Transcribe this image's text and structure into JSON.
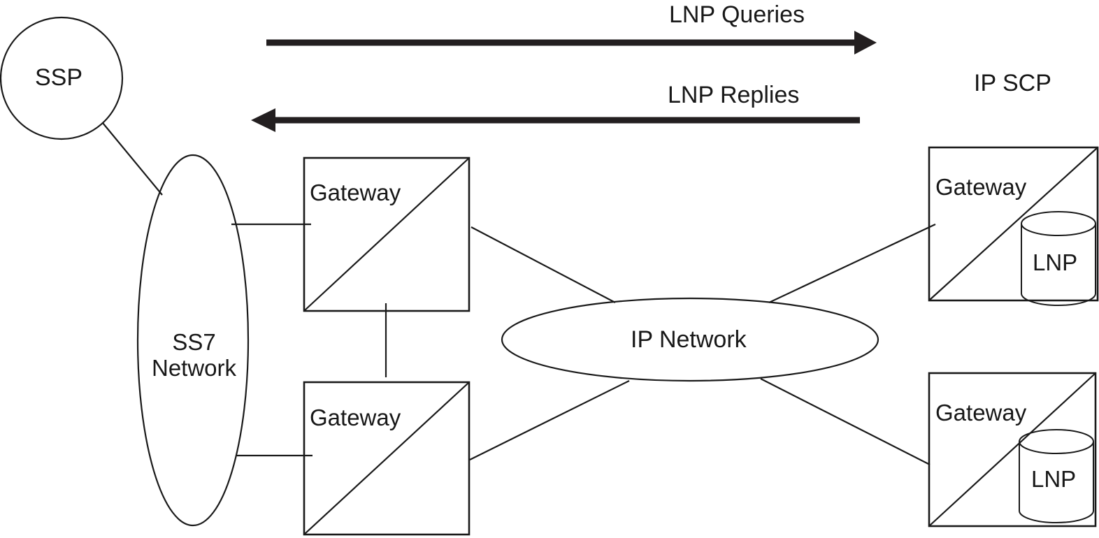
{
  "diagram": {
    "title": "LNP query flow between SS7 network and IP SCP",
    "stroke_color": "#1a1a1a",
    "arrow_color": "#231f20",
    "background_color": "#ffffff",
    "nodes": {
      "ssp": {
        "label": "SSP",
        "shape": "circle"
      },
      "ss7_network": {
        "label_line1": "SS7",
        "label_line2": "Network",
        "shape": "ellipse"
      },
      "ip_network": {
        "label": "IP Network",
        "shape": "ellipse"
      },
      "ip_scp": {
        "label": "IP SCP",
        "shape": "text-label"
      },
      "gateway_top_left": {
        "label": "Gateway",
        "shape": "box-with-diagonal"
      },
      "gateway_bottom_left": {
        "label": "Gateway",
        "shape": "box-with-diagonal"
      },
      "gateway_top_right": {
        "label": "Gateway",
        "shape": "box-with-diagonal",
        "database_label": "LNP"
      },
      "gateway_bottom_right": {
        "label": "Gateway",
        "shape": "box-with-diagonal",
        "database_label": "LNP"
      }
    },
    "flows": [
      {
        "label": "LNP Queries",
        "direction": "right"
      },
      {
        "label": "LNP Replies",
        "direction": "left"
      }
    ]
  }
}
